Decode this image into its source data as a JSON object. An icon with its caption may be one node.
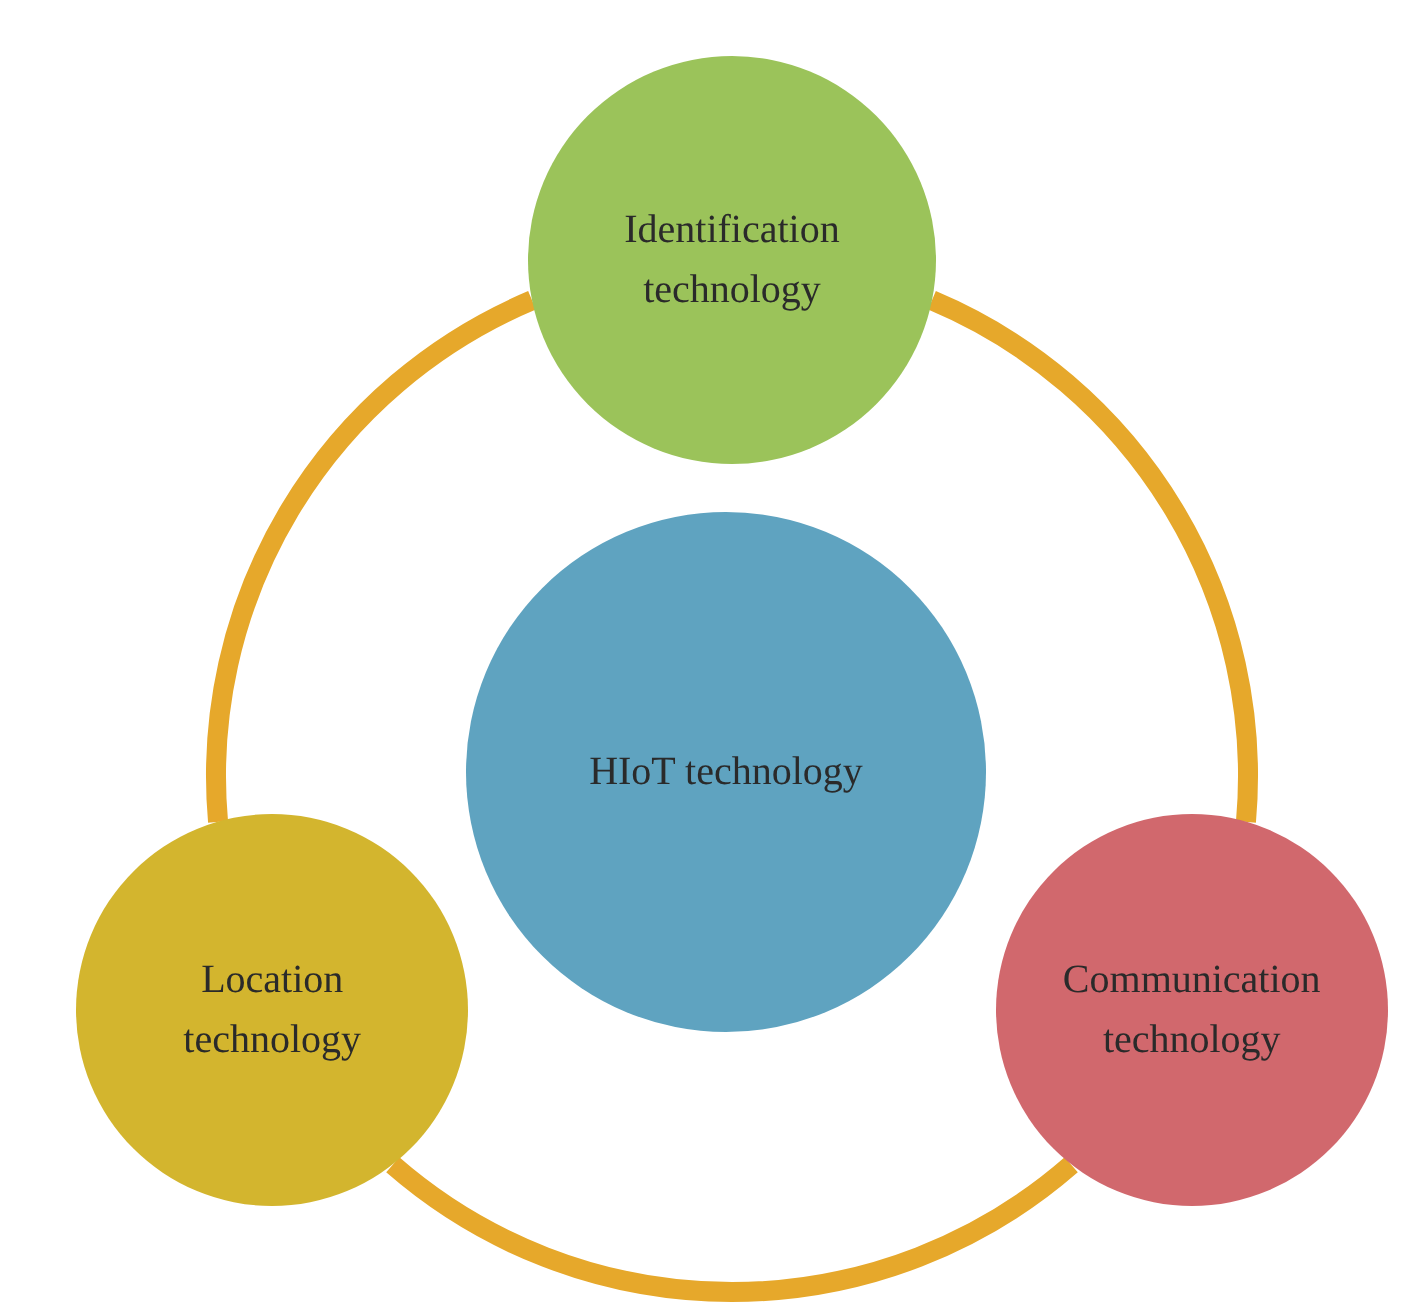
{
  "diagram": {
    "nodes": [
      {
        "text": [
          "Identification technology"
        ]
      },
      {
        "text": [
          "HIoT technology"
        ]
      },
      {
        "text": [
          "Location technology"
        ]
      },
      {
        "text": [
          "Communication technology"
        ]
      }
    ],
    "edges": [
      {
        "from": 0,
        "to": 3,
        "arrow": "none"
      },
      {
        "from": 3,
        "to": 2,
        "arrow": "none"
      },
      {
        "from": 2,
        "to": 0,
        "arrow": "none"
      }
    ]
  }
}
